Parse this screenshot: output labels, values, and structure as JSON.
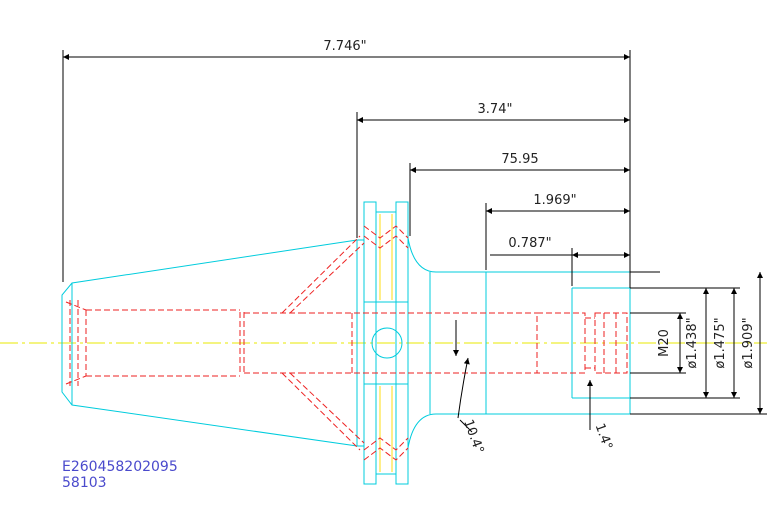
{
  "colors": {
    "outline": "#00ccdd",
    "hidden": "#ee2222",
    "centerline": "#e8e800",
    "hatch": "#ffee88",
    "dimension": "#000000",
    "part_label": "#4a4acc"
  },
  "dimensions": {
    "overall_length": "7.746\"",
    "flange_to_end": "3.74\"",
    "body_length": "75.95",
    "nose_length": "1.969\"",
    "bore_depth": "0.787\"",
    "thread": "M20",
    "dia_inner": "ø1.438\"",
    "dia_mid": "ø1.475\"",
    "dia_outer": "ø1.909\"",
    "chamfer_left": "10.4°",
    "chamfer_right": "1.4°"
  },
  "part": {
    "number": "E260458202095",
    "code": "58103"
  }
}
